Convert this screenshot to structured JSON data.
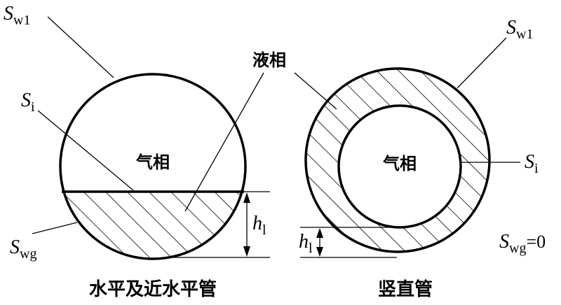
{
  "colors": {
    "ink": "#000000",
    "background": "#ffffff"
  },
  "left_diagram": {
    "caption": "水平及近水平管",
    "gas_label": "气相",
    "swl": {
      "main": "S",
      "sub": "w1"
    },
    "si": {
      "main": "S",
      "sub": "i"
    },
    "swg": {
      "main": "S",
      "sub": "wg"
    },
    "hl": {
      "main": "h",
      "sub": "l"
    }
  },
  "right_diagram": {
    "caption": "竖直管",
    "gas_label": "气相",
    "swl": {
      "main": "S",
      "sub": "w1"
    },
    "si": {
      "main": "S",
      "sub": "i"
    },
    "swg": {
      "main": "S",
      "sub": "wg",
      "suffix": "=0"
    },
    "hl": {
      "main": "h",
      "sub": "l"
    }
  },
  "liquid_label": "液相"
}
